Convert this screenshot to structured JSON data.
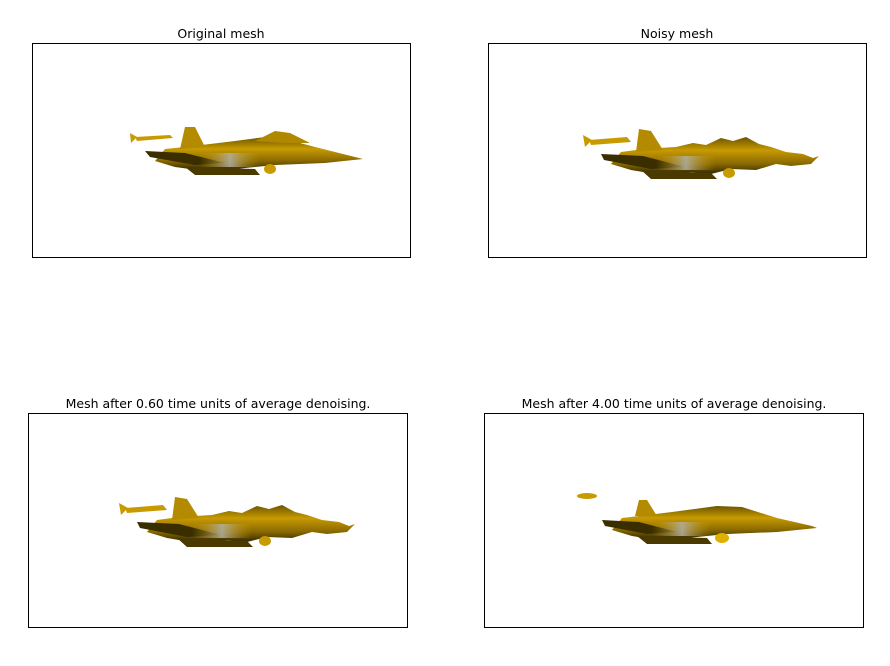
{
  "panels": [
    {
      "title": "Original mesh",
      "model": "fighter-jet-mesh-original"
    },
    {
      "title": "Noisy mesh",
      "model": "fighter-jet-mesh-noisy"
    },
    {
      "title": "Mesh after 0.60 time units of average denoising.",
      "model": "fighter-jet-mesh-denoised"
    },
    {
      "title": "Mesh after 4.00 time units of average denoising.",
      "model": "fighter-jet-mesh-denoised"
    }
  ],
  "colors": {
    "mesh_gold": "#c79a00",
    "mesh_shadow": "#2a2200",
    "mesh_grey": "#8a8a80",
    "frame": "#000000"
  }
}
